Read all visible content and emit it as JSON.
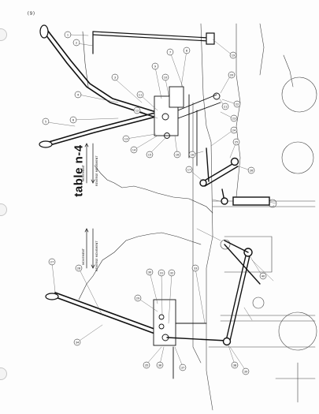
{
  "page": {
    "page_mark": "(9)",
    "title": "table n-4",
    "arrow_labels": {
      "upper_forward": "MOVEMENT",
      "upper_back": "REVERSE MOVEMENT",
      "lower_forward": "MOVEMENT",
      "lower_back": "REVERSE MOVEMENT"
    }
  },
  "callouts": [
    {
      "id": "c1",
      "text": "1"
    },
    {
      "id": "c2",
      "text": "2"
    },
    {
      "id": "c3",
      "text": "3"
    },
    {
      "id": "c4",
      "text": "4"
    },
    {
      "id": "c5",
      "text": "5"
    },
    {
      "id": "c6",
      "text": "6"
    },
    {
      "id": "c7",
      "text": "7"
    },
    {
      "id": "c8",
      "text": "8"
    },
    {
      "id": "c9",
      "text": "9"
    },
    {
      "id": "c10",
      "text": "10"
    },
    {
      "id": "c11",
      "text": "11"
    },
    {
      "id": "c12",
      "text": "12"
    },
    {
      "id": "c13",
      "text": "13"
    },
    {
      "id": "c14",
      "text": "14"
    },
    {
      "id": "c15",
      "text": "15"
    },
    {
      "id": "c16",
      "text": "16"
    },
    {
      "id": "c17",
      "text": "17"
    },
    {
      "id": "c18",
      "text": "18"
    },
    {
      "id": "c19",
      "text": "19"
    },
    {
      "id": "c20",
      "text": "20"
    },
    {
      "id": "c21",
      "text": "21"
    },
    {
      "id": "c22",
      "text": "22"
    },
    {
      "id": "c23",
      "text": "23"
    },
    {
      "id": "c24",
      "text": "24"
    },
    {
      "id": "c25",
      "text": "25"
    },
    {
      "id": "c26",
      "text": "26"
    },
    {
      "id": "c27",
      "text": "27"
    },
    {
      "id": "c28",
      "text": "28"
    },
    {
      "id": "c29",
      "text": "29"
    },
    {
      "id": "c30",
      "text": "30"
    },
    {
      "id": "c31",
      "text": "31"
    },
    {
      "id": "c32",
      "text": "32"
    },
    {
      "id": "c33",
      "text": "33"
    },
    {
      "id": "c34",
      "text": "34"
    },
    {
      "id": "c35",
      "text": "35"
    },
    {
      "id": "c36",
      "text": "36"
    },
    {
      "id": "c37",
      "text": "37"
    },
    {
      "id": "c38",
      "text": "38"
    },
    {
      "id": "c39",
      "text": "39"
    },
    {
      "id": "c40",
      "text": "40"
    }
  ]
}
